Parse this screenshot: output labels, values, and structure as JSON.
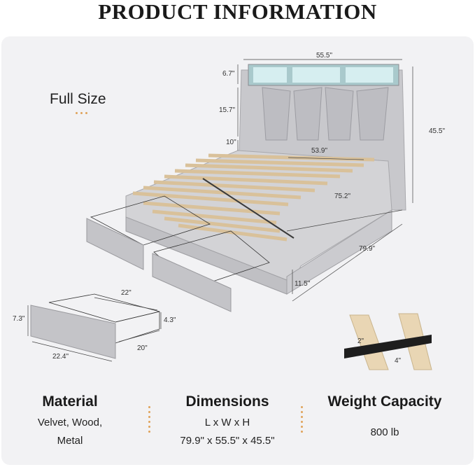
{
  "header": {
    "title": "PRODUCT INFORMATION"
  },
  "size_label": "Full Size",
  "dimensions_bed": {
    "top_width": "55.5\"",
    "shelf_height": "6.7\"",
    "headboard_height": "15.7\"",
    "total_height": "45.5\"",
    "under_headboard": "10\"",
    "inner_width": "53.9\"",
    "inner_length": "75.2\"",
    "total_length": "79.9\"",
    "clearance": "11.5\""
  },
  "dimensions_drawer": {
    "width": "22\"",
    "height": "7.3\"",
    "inner_height": "4.3\"",
    "depth": "20\"",
    "front_width": "22.4\""
  },
  "dimensions_slat": {
    "thickness": "2\"",
    "width": "4\""
  },
  "features": [
    {
      "title": "Material",
      "lines": [
        "Velvet, Wood,",
        "Metal"
      ]
    },
    {
      "title": "Dimensions",
      "lines": [
        "L x W x H",
        "79.9\" x 55.5\" x 45.5\""
      ]
    },
    {
      "title": "Weight Capacity",
      "lines": [
        "800 lb"
      ]
    }
  ],
  "colors": {
    "panel": "#f2f2f4",
    "accent": "#e0a35a",
    "upholstery": "#c8c8cc",
    "wood": "#e9d6b4"
  }
}
